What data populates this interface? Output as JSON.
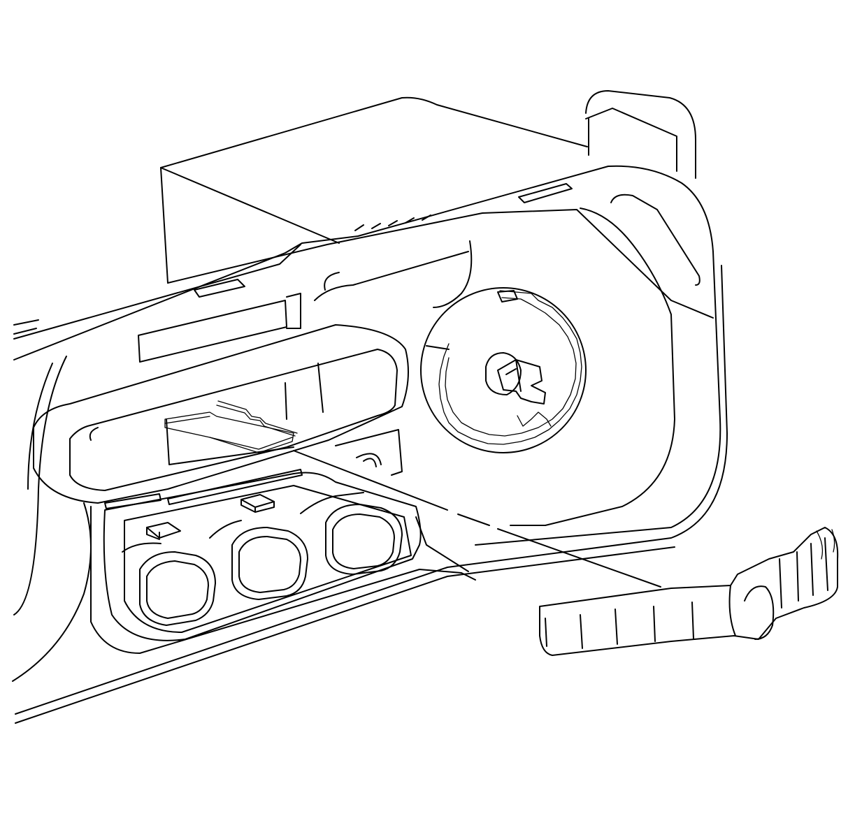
{
  "figure": {
    "kind": "line-art technical illustration",
    "stroke_color": "#000000",
    "background_color": "#ffffff",
    "parts": [
      "instrument-panel-bezel",
      "cluster-housing",
      "heater-control-opening",
      "knob-shaft",
      "rotary-knob-bezel",
      "switch-knob-row",
      "removed-control-knob",
      "removal-guide-line"
    ]
  }
}
